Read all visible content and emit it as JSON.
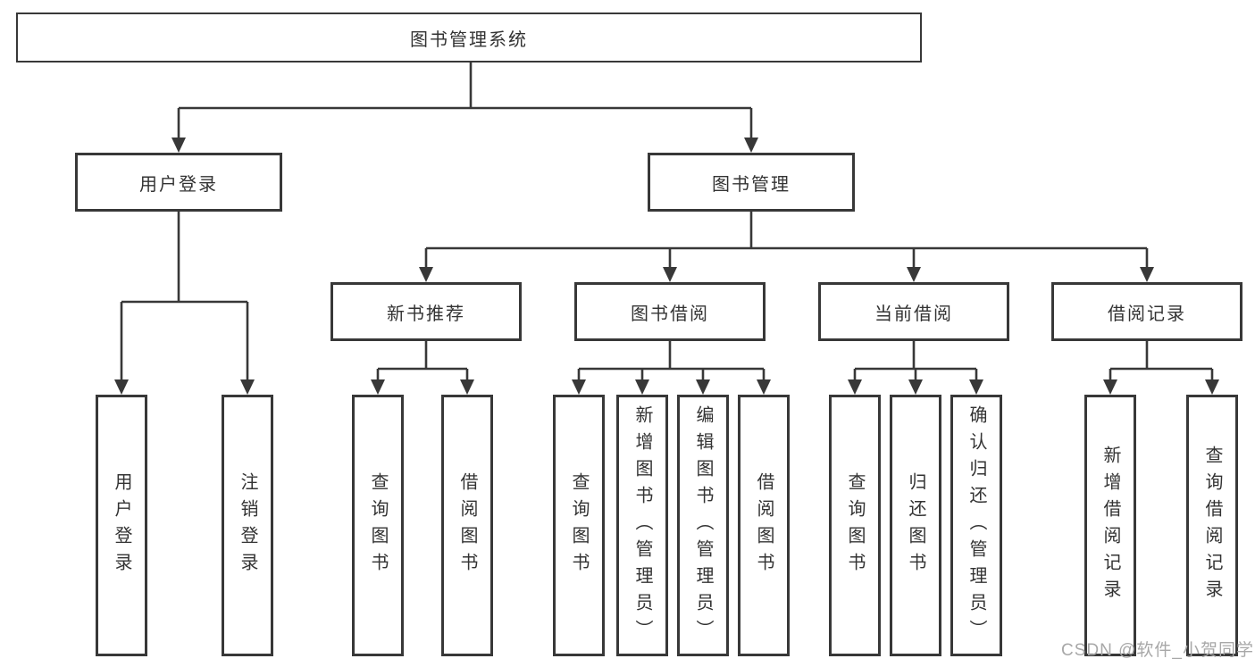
{
  "diagram_type": "hierarchy-tree",
  "colors": {
    "line": "#383838",
    "box_border": "#383838",
    "box_background": "#ffffff",
    "text": "#333333",
    "watermark": "#a8a8a8"
  },
  "tree": {
    "label": "图书管理系统",
    "children": [
      {
        "label": "用户登录",
        "children": [
          {
            "label": "用户登录"
          },
          {
            "label": "注销登录"
          }
        ]
      },
      {
        "label": "图书管理",
        "children": [
          {
            "label": "新书推荐",
            "children": [
              {
                "label": "查询图书"
              },
              {
                "label": "借阅图书"
              }
            ]
          },
          {
            "label": "图书借阅",
            "children": [
              {
                "label": "查询图书"
              },
              {
                "label": "新增图书（管理员）"
              },
              {
                "label": "编辑图书（管理员）"
              },
              {
                "label": "借阅图书"
              }
            ]
          },
          {
            "label": "当前借阅",
            "children": [
              {
                "label": "查询图书"
              },
              {
                "label": "归还图书"
              },
              {
                "label": "确认归还（管理员）"
              }
            ]
          },
          {
            "label": "借阅记录",
            "children": [
              {
                "label": "新增借阅记录"
              },
              {
                "label": "查询借阅记录"
              }
            ]
          }
        ]
      }
    ]
  },
  "watermark": {
    "text": "CSDN @软件_小贺同学"
  }
}
